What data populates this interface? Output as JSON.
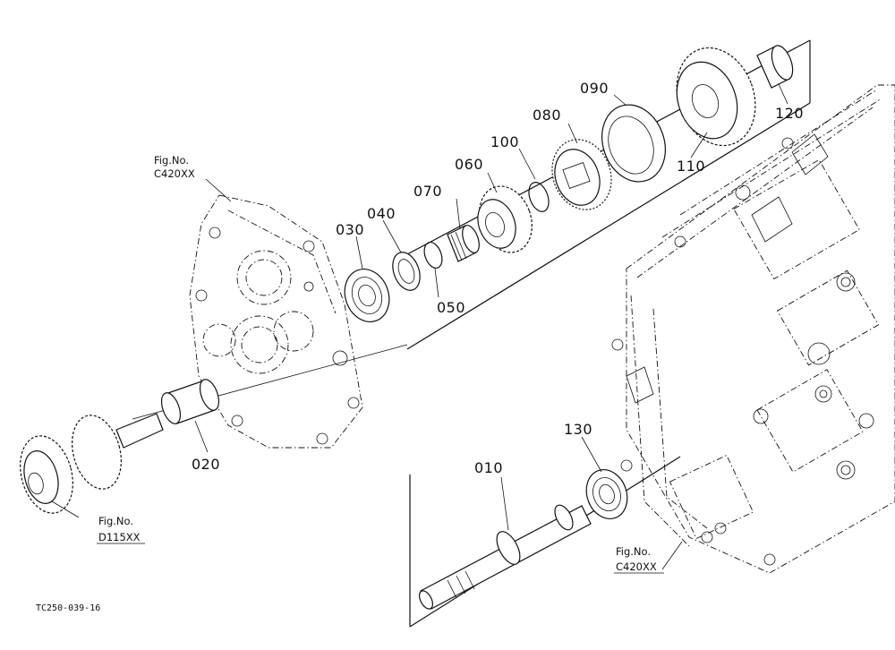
{
  "parts": [
    {
      "id": "010",
      "label": "010"
    },
    {
      "id": "020",
      "label": "020"
    },
    {
      "id": "030",
      "label": "030"
    },
    {
      "id": "040",
      "label": "040"
    },
    {
      "id": "050",
      "label": "050"
    },
    {
      "id": "060",
      "label": "060"
    },
    {
      "id": "070",
      "label": "070"
    },
    {
      "id": "080",
      "label": "080"
    },
    {
      "id": "090",
      "label": "090"
    },
    {
      "id": "100",
      "label": "100"
    },
    {
      "id": "110",
      "label": "110"
    },
    {
      "id": "120",
      "label": "120"
    },
    {
      "id": "130",
      "label": "130"
    }
  ],
  "figure_refs": [
    {
      "line1": "Fig.No.",
      "line2": "C420XX"
    },
    {
      "line1": "Fig.No.",
      "line2": "D115XX"
    },
    {
      "line1": "Fig.No.",
      "line2": "C420XX"
    }
  ],
  "drawing_code": "TC250-039-16"
}
